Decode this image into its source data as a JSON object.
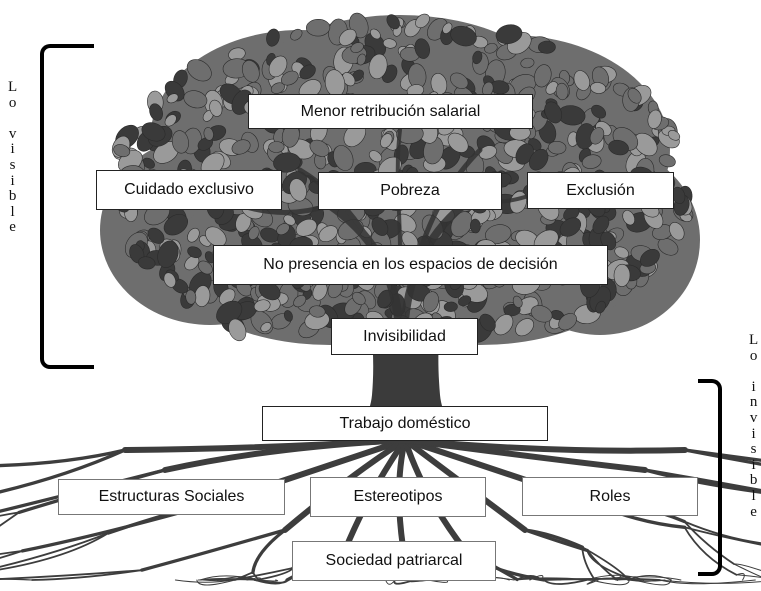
{
  "labels": {
    "visible": "Lo visible",
    "invisible": "Lo invisible"
  },
  "visible_chars": [
    "L",
    "o",
    "",
    "v",
    "i",
    "s",
    "i",
    "b",
    "l",
    "e"
  ],
  "invisible_chars": [
    "L",
    "o",
    "",
    "i",
    "n",
    "v",
    "i",
    "s",
    "i",
    "b",
    "l",
    "e"
  ],
  "crown": {
    "menor_retribucion": "Menor retribución salarial",
    "cuidado_exclusivo": "Cuidado exclusivo",
    "pobreza": "Pobreza",
    "exclusion": "Exclusión",
    "no_presencia": "No presencia en los espacios de decisión",
    "invisibilidad": "Invisibilidad"
  },
  "roots": {
    "trabajo_domestico": "Trabajo doméstico",
    "estructuras_sociales": "Estructuras Sociales",
    "estereotipos": "Estereotipos",
    "roles": "Roles",
    "sociedad_patriarcal": "Sociedad patriarcal"
  },
  "colors": {
    "foliage_dark": "#3a3a3a",
    "foliage_mid": "#6e6e6e",
    "foliage_light": "#9a9a9a",
    "trunk": "#3b3b3b"
  }
}
